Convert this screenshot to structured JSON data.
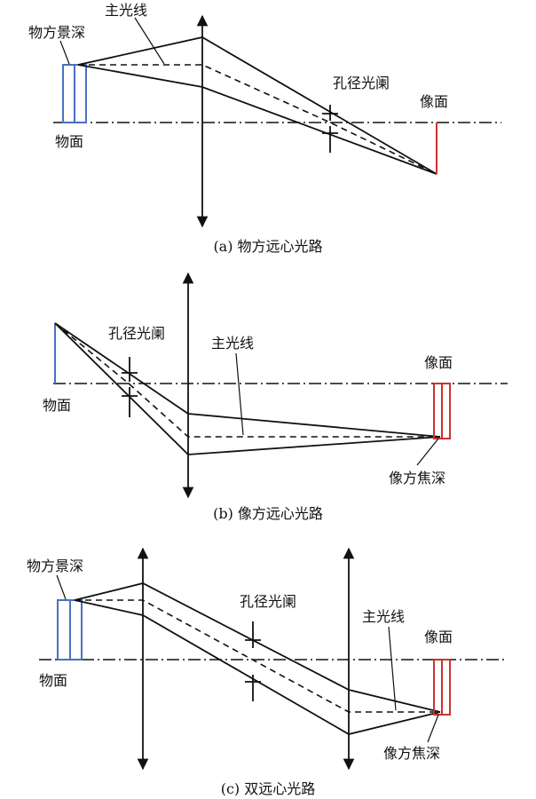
{
  "panel_a": {
    "caption": "(a) 物方远心光路",
    "label_depth": "物方景深",
    "label_chief": "主光线",
    "label_stop": "孔径光阑",
    "label_image": "像面",
    "label_object": "物面"
  },
  "panel_b": {
    "caption": "(b) 像方远心光路",
    "label_stop": "孔径光阑",
    "label_chief": "主光线",
    "label_image": "像面",
    "label_object": "物面",
    "label_focus": "像方焦深"
  },
  "panel_c": {
    "caption": "(c) 双远心光路",
    "label_depth": "物方景深",
    "label_stop": "孔径光阑",
    "label_chief": "主光线",
    "label_image": "像面",
    "label_object": "物面",
    "label_focus": "像方焦深"
  },
  "colors": {
    "object_plane": "#4a70c0",
    "image_plane": "#d03030",
    "lines": "#111111"
  }
}
